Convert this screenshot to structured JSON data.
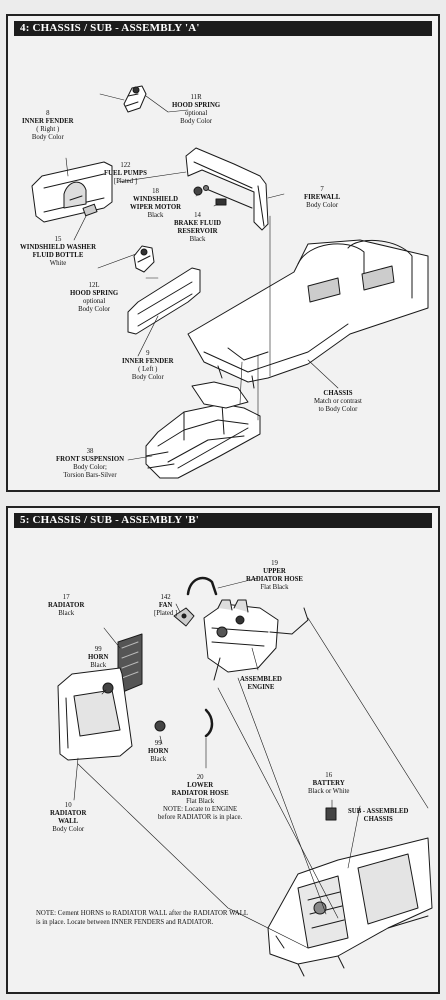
{
  "step4": {
    "header": "4: CHASSIS / SUB - ASSEMBLY 'A'",
    "labels": {
      "hood_spring_r": {
        "num": "11R",
        "l1": "HOOD SPRING",
        "l2": "optional",
        "l3": "Body Color"
      },
      "inner_fender_r": {
        "num": "8",
        "l1": "INNER FENDER",
        "l2": "( Right )",
        "l3": "Body Color"
      },
      "fuel_pumps": {
        "num": "122",
        "l1": "FUEL PUMPS",
        "l2": "[Plated ]"
      },
      "wiper_motor": {
        "num": "18",
        "l1": "WINDSHIELD",
        "l2": "WIPER MOTOR",
        "l3": "Black"
      },
      "brake_reservoir": {
        "num": "14",
        "l1": "BRAKE FLUID",
        "l2": "RESERVOIR",
        "l3": "Black"
      },
      "firewall": {
        "num": "7",
        "l1": "FIREWALL",
        "l2": "Body Color"
      },
      "washer_bottle": {
        "num": "15",
        "l1": "WINDSHIELD WASHER",
        "l2": "FLUID BOTTLE",
        "l3": "White"
      },
      "hood_spring_l": {
        "num": "12L",
        "l1": "HOOD SPRING",
        "l2": "optional",
        "l3": "Body Color"
      },
      "inner_fender_l": {
        "num": "9",
        "l1": "INNER FENDER",
        "l2": "( Left )",
        "l3": "Body Color"
      },
      "chassis": {
        "l1": "CHASSIS",
        "l2": "Match or contrast",
        "l3": "to Body Color"
      },
      "front_suspension": {
        "num": "38",
        "l1": "FRONT SUSPENSION",
        "l2": "Body Color;",
        "l3": "Torsion Bars-Silver"
      }
    }
  },
  "step5": {
    "header": "5: CHASSIS / SUB - ASSEMBLY 'B'",
    "labels": {
      "upper_hose": {
        "num": "19",
        "l1": "UPPER",
        "l2": "RADIATOR HOSE",
        "l3": "Flat Black"
      },
      "radiator": {
        "num": "17",
        "l1": "RADIATOR",
        "l2": "Black"
      },
      "fan": {
        "num": "142",
        "l1": "FAN",
        "l2": "[Plated ]"
      },
      "horn_top": {
        "num": "99",
        "l1": "HORN",
        "l2": "Black"
      },
      "engine": {
        "l1": "ASSEMBLED",
        "l2": "ENGINE"
      },
      "horn_bottom": {
        "num": "99",
        "l1": "HORN",
        "l2": "Black"
      },
      "lower_hose": {
        "num": "20",
        "l1": "LOWER",
        "l2": "RADIATOR HOSE",
        "l3": "Flat Black",
        "l4": "NOTE:  Locate to ENGINE",
        "l5": "before RADIATOR is in place."
      },
      "battery": {
        "num": "16",
        "l1": "BATTERY",
        "l2": "Black or White"
      },
      "radiator_wall": {
        "num": "10",
        "l1": "RADIATOR",
        "l2": "WALL",
        "l3": "Body Color"
      },
      "sub_chassis": {
        "l1": "SUB - ASSEMBLED",
        "l2": "CHASSIS"
      }
    },
    "note": "NOTE:  Cement HORNS to RADIATOR WALL after the RADIATOR WALL is in place. Locate between INNER FENDERS and RADIATOR."
  }
}
